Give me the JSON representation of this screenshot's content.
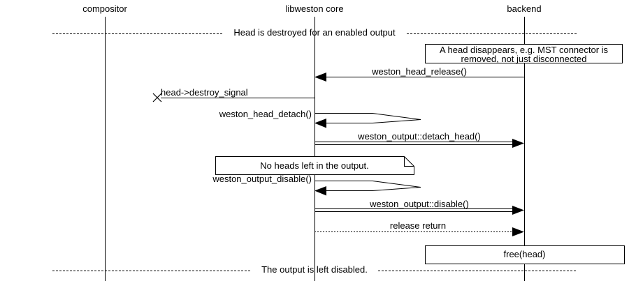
{
  "diagram": {
    "entities": [
      {
        "label": "compositor"
      },
      {
        "label": "libweston core"
      },
      {
        "label": "backend"
      }
    ],
    "dividers": [
      {
        "label": "Head is destroyed for an enabled output"
      },
      {
        "label": "The output is left disabled."
      }
    ],
    "notes": {
      "head_disappears_line1": "A head disappears, e.g. MST connector is",
      "head_disappears_line2": "removed, not just disconnected",
      "no_heads_left": "No heads left in the output.",
      "free_head": "free(head)"
    },
    "messages": {
      "head_release": "weston_head_release()",
      "destroy_signal": "head->destroy_signal",
      "head_detach": "weston_head_detach()",
      "detach_head": "weston_output::detach_head()",
      "output_disable_call": "weston_output_disable()",
      "output_disable": "weston_output::disable()",
      "release_return": "release return"
    },
    "colors": {
      "line": "#000000",
      "background": "#ffffff"
    }
  }
}
